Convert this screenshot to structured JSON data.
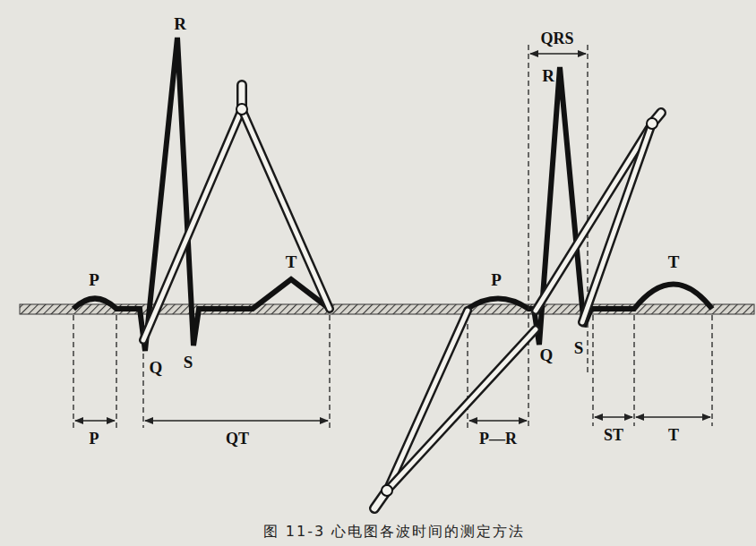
{
  "diagram": {
    "caption": "图 11-3 心电图各波时间的测定方法",
    "labels": [
      "R",
      "P",
      "T",
      "Q",
      "S",
      "P",
      "QT",
      "QRS",
      "R",
      "P",
      "T",
      "Q",
      "S",
      "P—R",
      "ST",
      "T"
    ]
  }
}
